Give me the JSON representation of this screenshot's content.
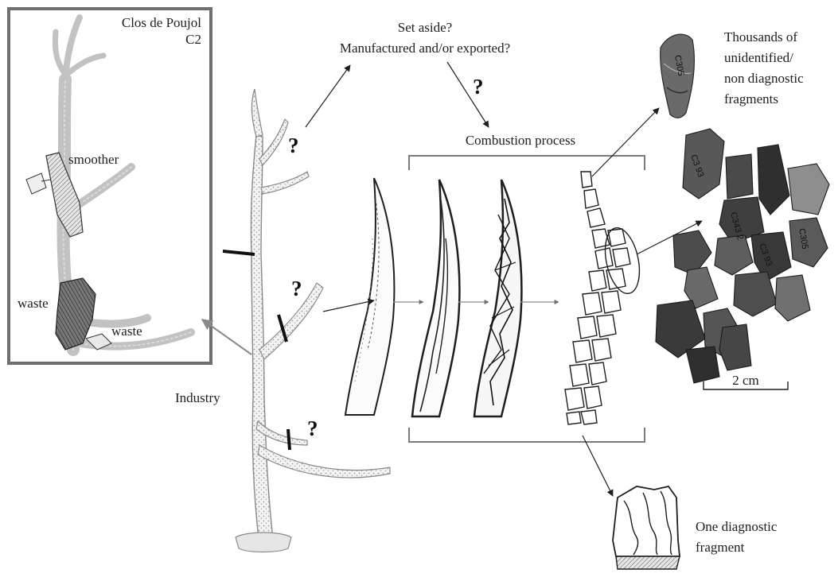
{
  "inset": {
    "title_line1": "Clos de Poujol",
    "title_line2": "C2",
    "smoother_label": "smoother",
    "waste_label_1": "waste",
    "waste_label_2": "waste"
  },
  "labels": {
    "set_aside": "Set aside?",
    "manufactured": "Manufactured and/or exported?",
    "combustion": "Combustion process",
    "industry": "Industry",
    "thousands_line1": "Thousands of",
    "thousands_line2": "unidentified/",
    "thousands_line3": "non diagnostic",
    "thousands_line4": "fragments",
    "one_diag_line1": "One diagnostic",
    "one_diag_line2": "fragment",
    "scale": "2 cm"
  },
  "question_mark": "?",
  "fragment_markings": [
    "C305",
    "C3 93",
    "C343 2",
    "C305",
    "C3 93"
  ],
  "colors": {
    "ink": "#1e1e1e",
    "frame_gray": "#6f6f6f",
    "antler_gray": "#b9b9b9",
    "photo_dark": "#3d3d3d"
  }
}
